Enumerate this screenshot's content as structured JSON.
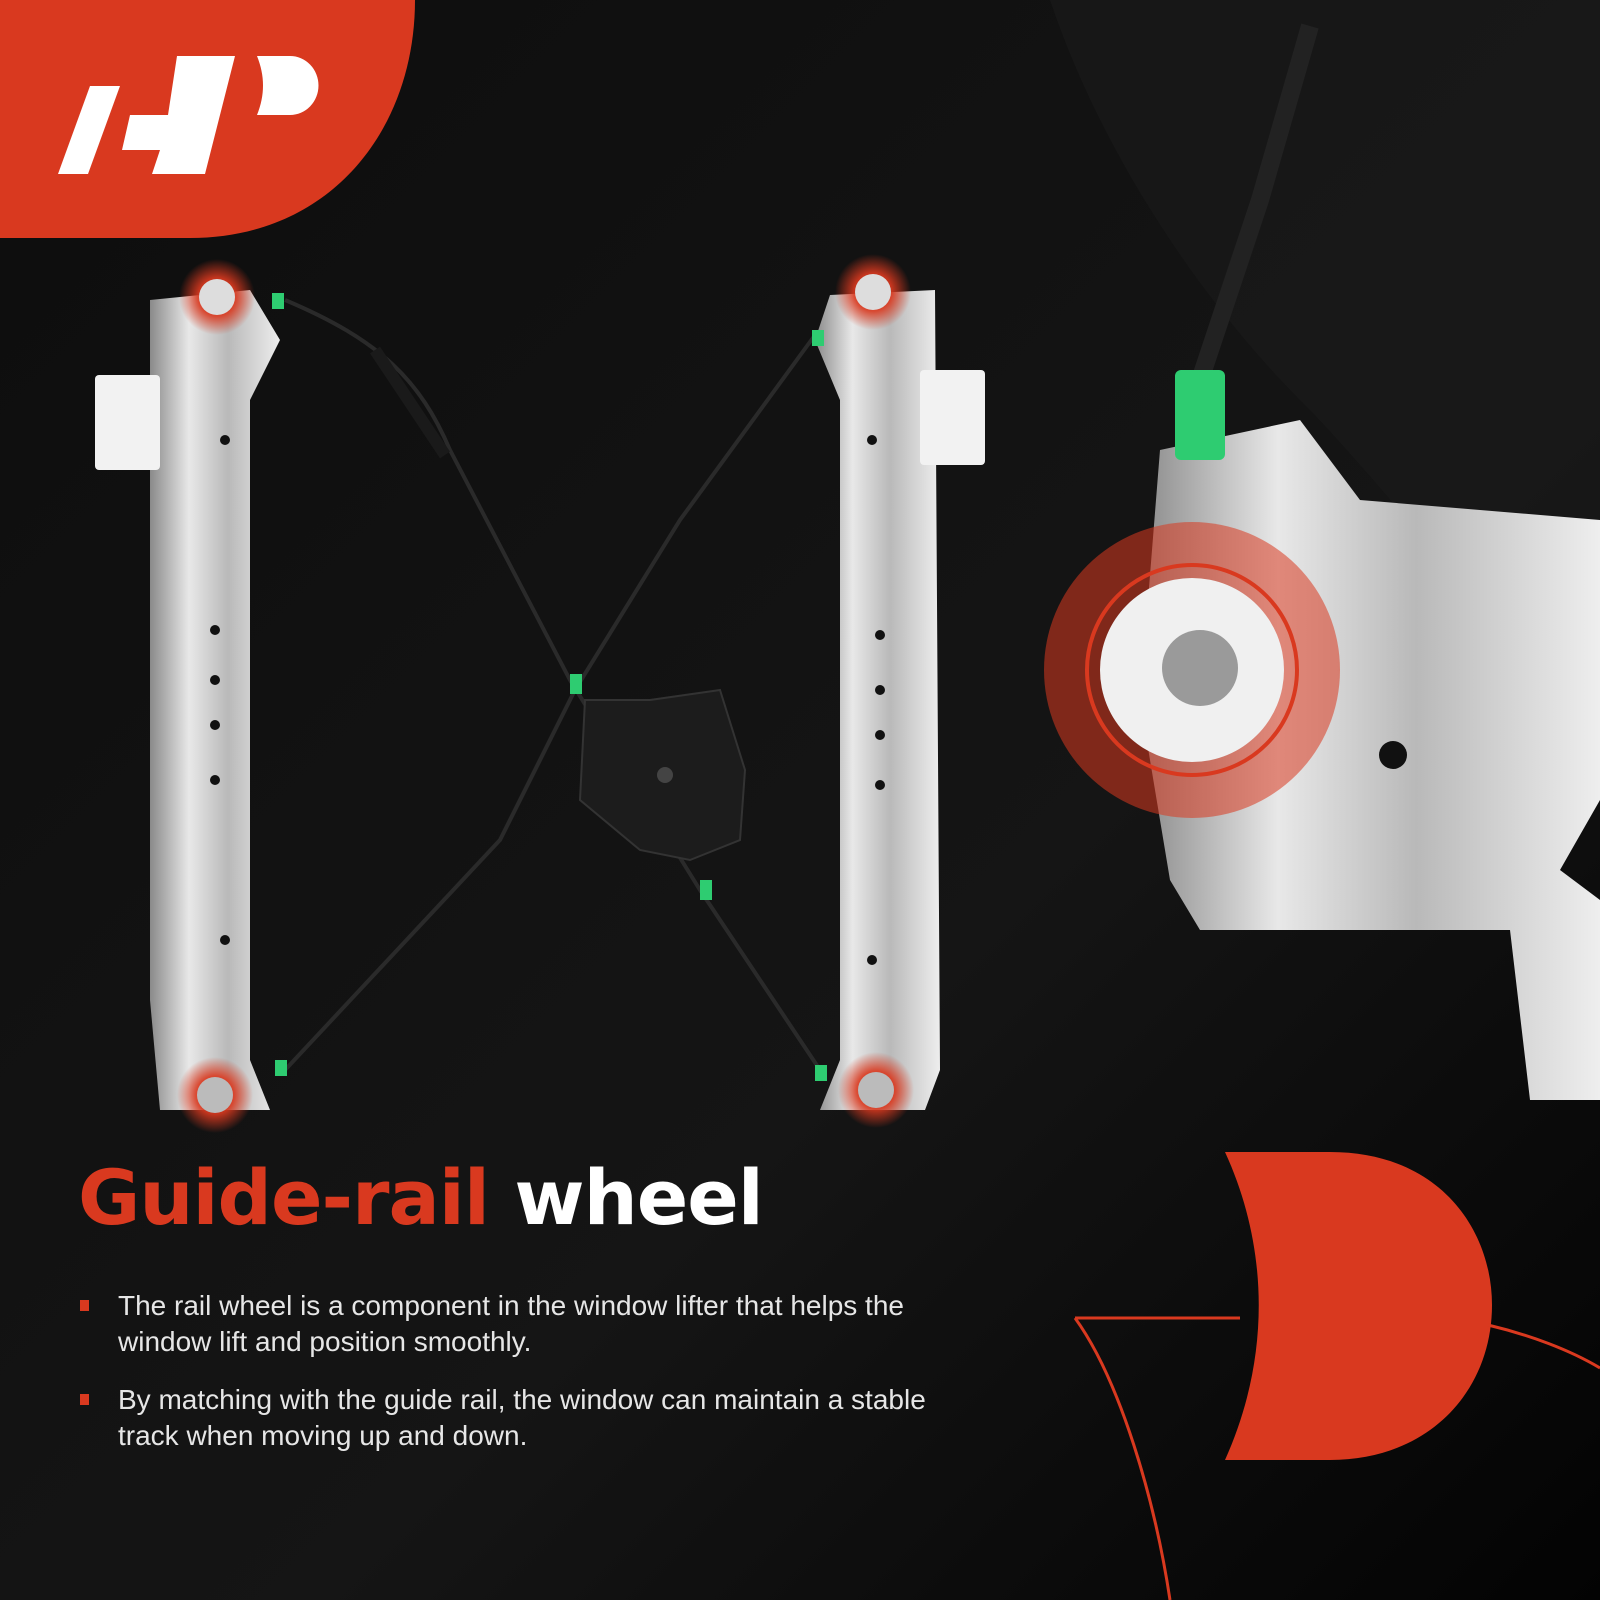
{
  "brand": {
    "logo_text": "A-P",
    "color": "#d9391f"
  },
  "headline": {
    "accent": "Guide-rail",
    "plain": "wheel"
  },
  "bullets": [
    "The rail wheel is a component in the window lifter that helps the window lift and position smoothly.",
    "By matching with the guide rail, the window can maintain a stable track when moving up and down."
  ],
  "colors": {
    "accent": "#d9391f",
    "background": "#050505",
    "text": "#e6e6e6",
    "clip": "#2ecc71"
  }
}
